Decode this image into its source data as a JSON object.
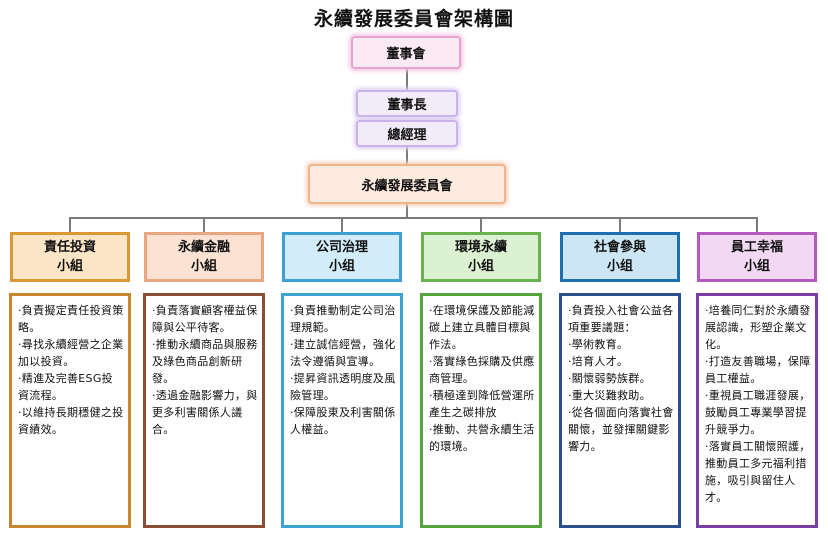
{
  "title": "永續發展委員會架構圖",
  "nodes": {
    "board": "董事會",
    "chairman": "董事長",
    "general_manager": "總經理",
    "committee": "永續發展委員會"
  },
  "teams": [
    {
      "name": "責任投資",
      "unit": "小組",
      "color": "#d99a36",
      "items": [
        "‧負責擬定責任投資策略。",
        "‧尋找永續經營之企業加以投資。",
        "‧精進及完善ESG投資流程。",
        "‧以維持長期穩健之投資績效。"
      ]
    },
    {
      "name": "永續金融",
      "unit": "小組",
      "color": "#e8a682",
      "items": [
        "‧負責落實顧客權益保障與公平待客。",
        "‧推動永續商品與服務及綠色商品創新研發。",
        "‧透過金融影響力，與更多利害關係人議合。"
      ]
    },
    {
      "name": "公司治理",
      "unit": "小组",
      "color": "#3d9fd6",
      "items": [
        "‧負責推動制定公司治理規範。",
        "‧建立誠信經營，強化法令遵循與宣導。",
        "‧提昇資訊透明度及風險管理。",
        "‧保障股東及利害關係人權益。"
      ]
    },
    {
      "name": "環境永續",
      "unit": "小组",
      "color": "#69b24e",
      "items": [
        "‧在環境保護及節能減碳上建立具體目標與作法。",
        "‧落實綠色採購及供應商管理。",
        "‧積極達到降低營運所產生之碳排放",
        "‧推動、共營永續生活的環境。"
      ]
    },
    {
      "name": "社會參與",
      "unit": "小组",
      "color": "#1d6fb0",
      "items": [
        "‧負責投入社會公益各項重要議題：",
        "‧學術教育。",
        "‧培育人才。",
        "‧關懷弱勢族群。",
        "‧重大災難救助。",
        "‧從各個面向落實社會關懷，並發揮關鍵影響力。"
      ]
    },
    {
      "name": "員工幸福",
      "unit": "小组",
      "color": "#b35bbd",
      "items": [
        "‧培養同仁對於永續發展認識，形塑企業文化。",
        "‧打造友善職場，保障員工權益。",
        "‧重視員工職涯發展，鼓勵員工專業學習提升競爭力。",
        "‧落實員工關懷照護，推動員工多元福利措施，吸引與留住人才。"
      ]
    }
  ]
}
